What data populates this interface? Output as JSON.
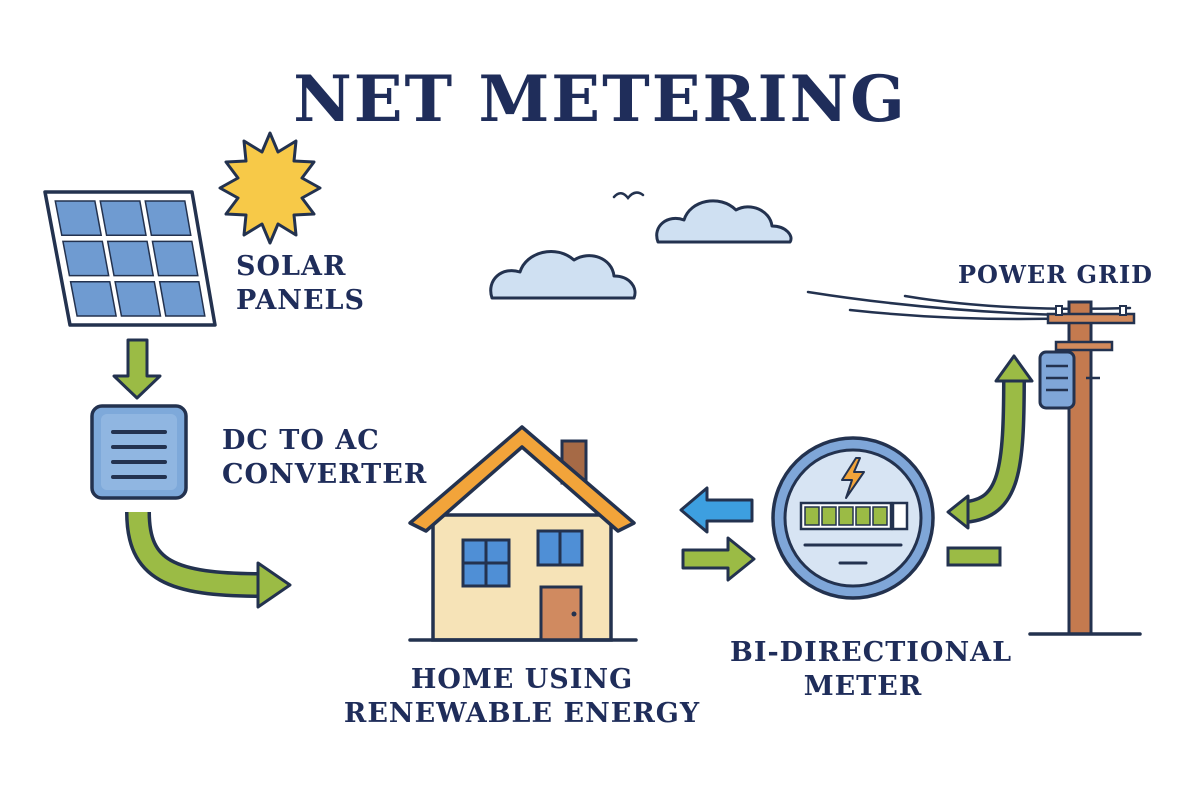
{
  "title": "NET METERING",
  "labels": {
    "solar_panels": [
      "SOLAR",
      "PANELS"
    ],
    "converter": [
      "DC TO AC",
      "CONVERTER"
    ],
    "home": [
      "HOME USING",
      "RENEWABLE ENERGY"
    ],
    "meter": [
      "BI-DIRECTIONAL",
      "METER"
    ],
    "power_grid": "POWER GRID"
  },
  "colors": {
    "text": "#1f2d5a",
    "outline": "#23324f",
    "green_arrow": "#9bbb45",
    "blue_arrow": "#3d9fe0",
    "sun": "#f7c948",
    "panel_cell": "#6f9bd1",
    "roof": "#f2a43a",
    "house_wall": "#f6e3b7",
    "door": "#d08a60",
    "pole": "#c47a4f",
    "cloud": "#cfe0f2",
    "meter_face": "#d7e4f3",
    "bolt": "#f2a43a"
  }
}
